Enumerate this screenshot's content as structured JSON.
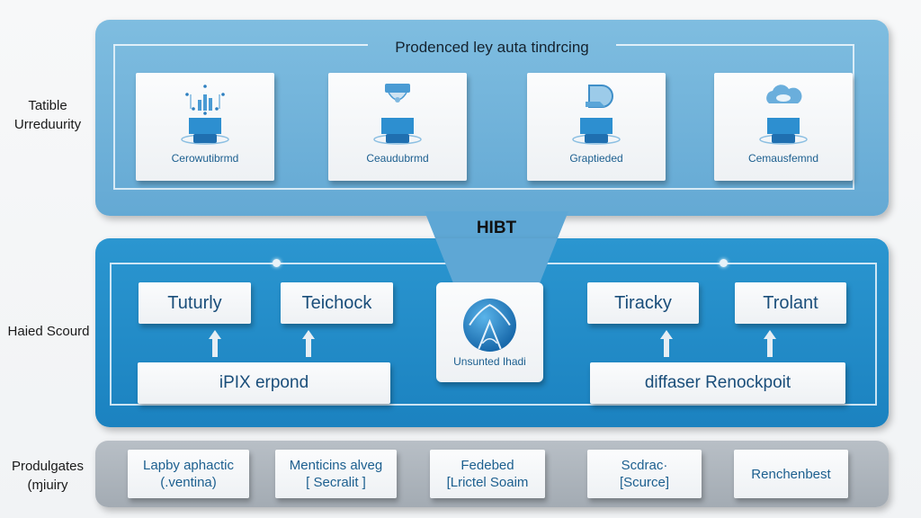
{
  "side_labels": {
    "top": [
      "Tatible",
      "Urreduurity"
    ],
    "middle": "Haied Scourd",
    "bottom": [
      "Produlgates",
      "(ɱiuiry"
    ]
  },
  "top_panel": {
    "title": "Prodenced ley auta tindrcing",
    "cards": [
      {
        "icon": "chart-monitor-icon",
        "label": "Cerowutibrmd"
      },
      {
        "icon": "support-monitor-icon",
        "label": "Ceaudubrmd"
      },
      {
        "icon": "hand-monitor-icon",
        "label": "Graptieded"
      },
      {
        "icon": "cloud-monitor-icon",
        "label": "Cemausfemnd"
      }
    ]
  },
  "connector": {
    "label": "HIBT"
  },
  "middle_panel": {
    "left_group": {
      "top_buttons": [
        "Tuturly",
        "Teichock"
      ],
      "base": "iPIX erpond"
    },
    "center_card": {
      "icon": "globe-logo-icon",
      "label": "Unsunted Ihadi"
    },
    "right_group": {
      "top_buttons": [
        "Tiracky",
        "Trolant"
      ],
      "base": "diffaser Renockpoit"
    }
  },
  "bottom_panel": {
    "cards": [
      {
        "line1": "Lapby aphactic",
        "line2": "(.ventina)"
      },
      {
        "line1": "Menticins alveg",
        "line2": "[ Secralit ]"
      },
      {
        "line1": "Fedebed",
        "line2": "[Lrictel Soaim"
      },
      {
        "line1": "Scdrac·",
        "line2": "[Scurce]"
      },
      {
        "line1": "Renchenbest",
        "line2": ""
      }
    ]
  },
  "colors": {
    "top_panel": "#6db2da",
    "middle_panel": "#2290cb",
    "bottom_panel": "#aeb5bc",
    "card_text": "#1a4e7a",
    "icon_blue": "#2d8fd0"
  }
}
